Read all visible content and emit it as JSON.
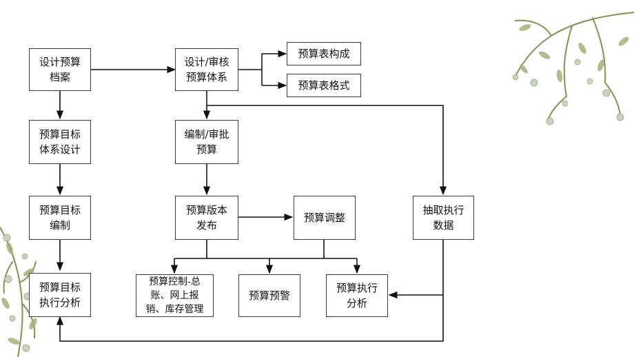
{
  "diagram": {
    "nodes": {
      "design_archive": "设计预算\n档案",
      "design_review_system": "设计/审核\n预算体系",
      "table_composition": "预算表构成",
      "table_format": "预算表格式",
      "target_system_design": "预算目标\n体系设计",
      "compile_approve": "编制/审批\n预算",
      "target_compile": "预算目标\n编制",
      "version_release": "预算版本\n发布",
      "budget_adjust": "预算调整",
      "extract_data": "抽取执行\n数据",
      "target_analysis": "预算目标\n执行分析",
      "budget_control": "预算控制-总\n账、网上报\n销、库存管理",
      "budget_warning": "预算预警",
      "execution_analysis": "预算执行\n分析"
    }
  },
  "decor": {
    "branch_color": "#8f9664",
    "leaf_color": "#a7ae7a",
    "flower_color": "#c9d3bd"
  }
}
